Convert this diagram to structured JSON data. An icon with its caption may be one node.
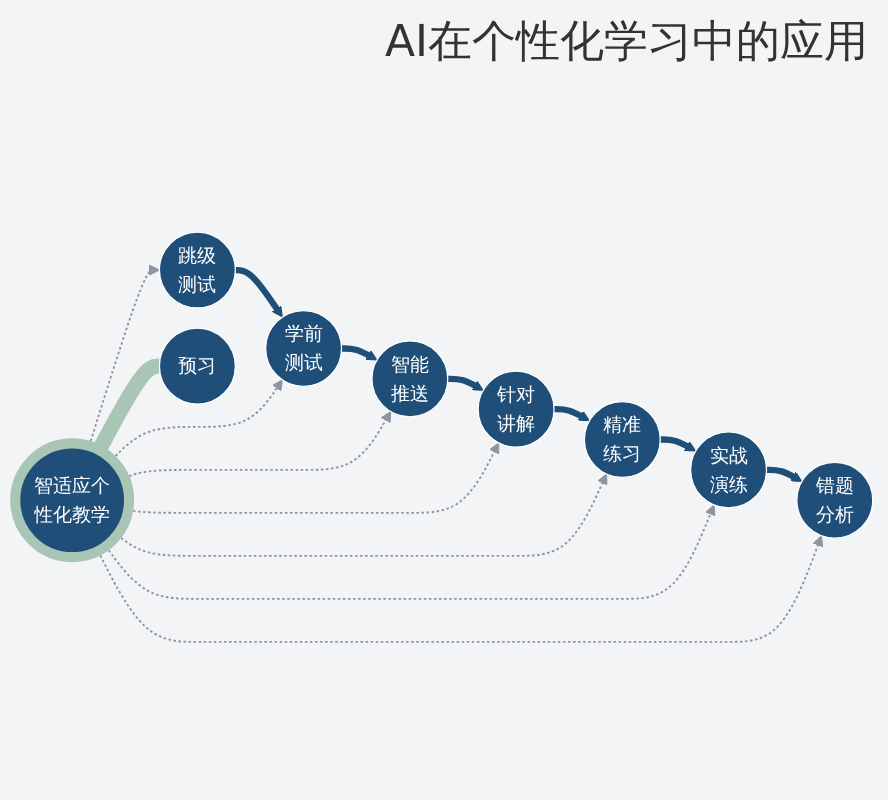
{
  "diagram": {
    "title": "AI在个性化学习中的应用",
    "nodes": [
      {
        "text": [
          "针对讲解"
        ]
      },
      {
        "text": [
          "精准练习"
        ]
      },
      {
        "text": [
          "智能推送"
        ]
      },
      {
        "text": [
          "智适应个性化教学"
        ]
      },
      {
        "text": [
          "实战演练"
        ]
      },
      {
        "text": [
          "学前测试"
        ]
      },
      {
        "text": [
          "错题分析"
        ]
      },
      {
        "text": [
          "跳级测试"
        ]
      },
      {
        "text": [
          "预习"
        ]
      }
    ],
    "edges": [
      {
        "from": 7,
        "to": 5,
        "arrow": "to",
        "style": "thick",
        "color": "#1f4e79"
      },
      {
        "from": 5,
        "to": 2,
        "arrow": "to",
        "style": "thick",
        "color": "#1f4e79"
      },
      {
        "from": 2,
        "to": 0,
        "arrow": "to",
        "style": "thick",
        "color": "#1f4e79"
      },
      {
        "from": 0,
        "to": 1,
        "arrow": "to",
        "style": "thick",
        "color": "#1f4e79"
      },
      {
        "from": 1,
        "to": 4,
        "arrow": "to",
        "style": "thick",
        "color": "#1f4e79"
      },
      {
        "from": 4,
        "to": 6,
        "arrow": "to",
        "style": "thick",
        "color": "#1f4e79"
      },
      {
        "from": 3,
        "to": 0,
        "arrow": "to",
        "style": "dashed"
      },
      {
        "from": 3,
        "to": 1,
        "arrow": "to",
        "style": "dashed"
      },
      {
        "from": 3,
        "to": 2,
        "arrow": "to",
        "style": "dashed"
      },
      {
        "from": 3,
        "to": 4,
        "arrow": "to",
        "style": "dashed"
      },
      {
        "from": 3,
        "to": 5,
        "arrow": "to",
        "style": "dashed"
      },
      {
        "from": 3,
        "to": 6,
        "arrow": "to",
        "style": "dashed"
      },
      {
        "from": 3,
        "to": 7,
        "arrow": "to",
        "style": "dashed"
      },
      {
        "from": 3,
        "to": 8,
        "arrow": "none",
        "style": "thick",
        "color": "#a8c5b5"
      }
    ]
  }
}
